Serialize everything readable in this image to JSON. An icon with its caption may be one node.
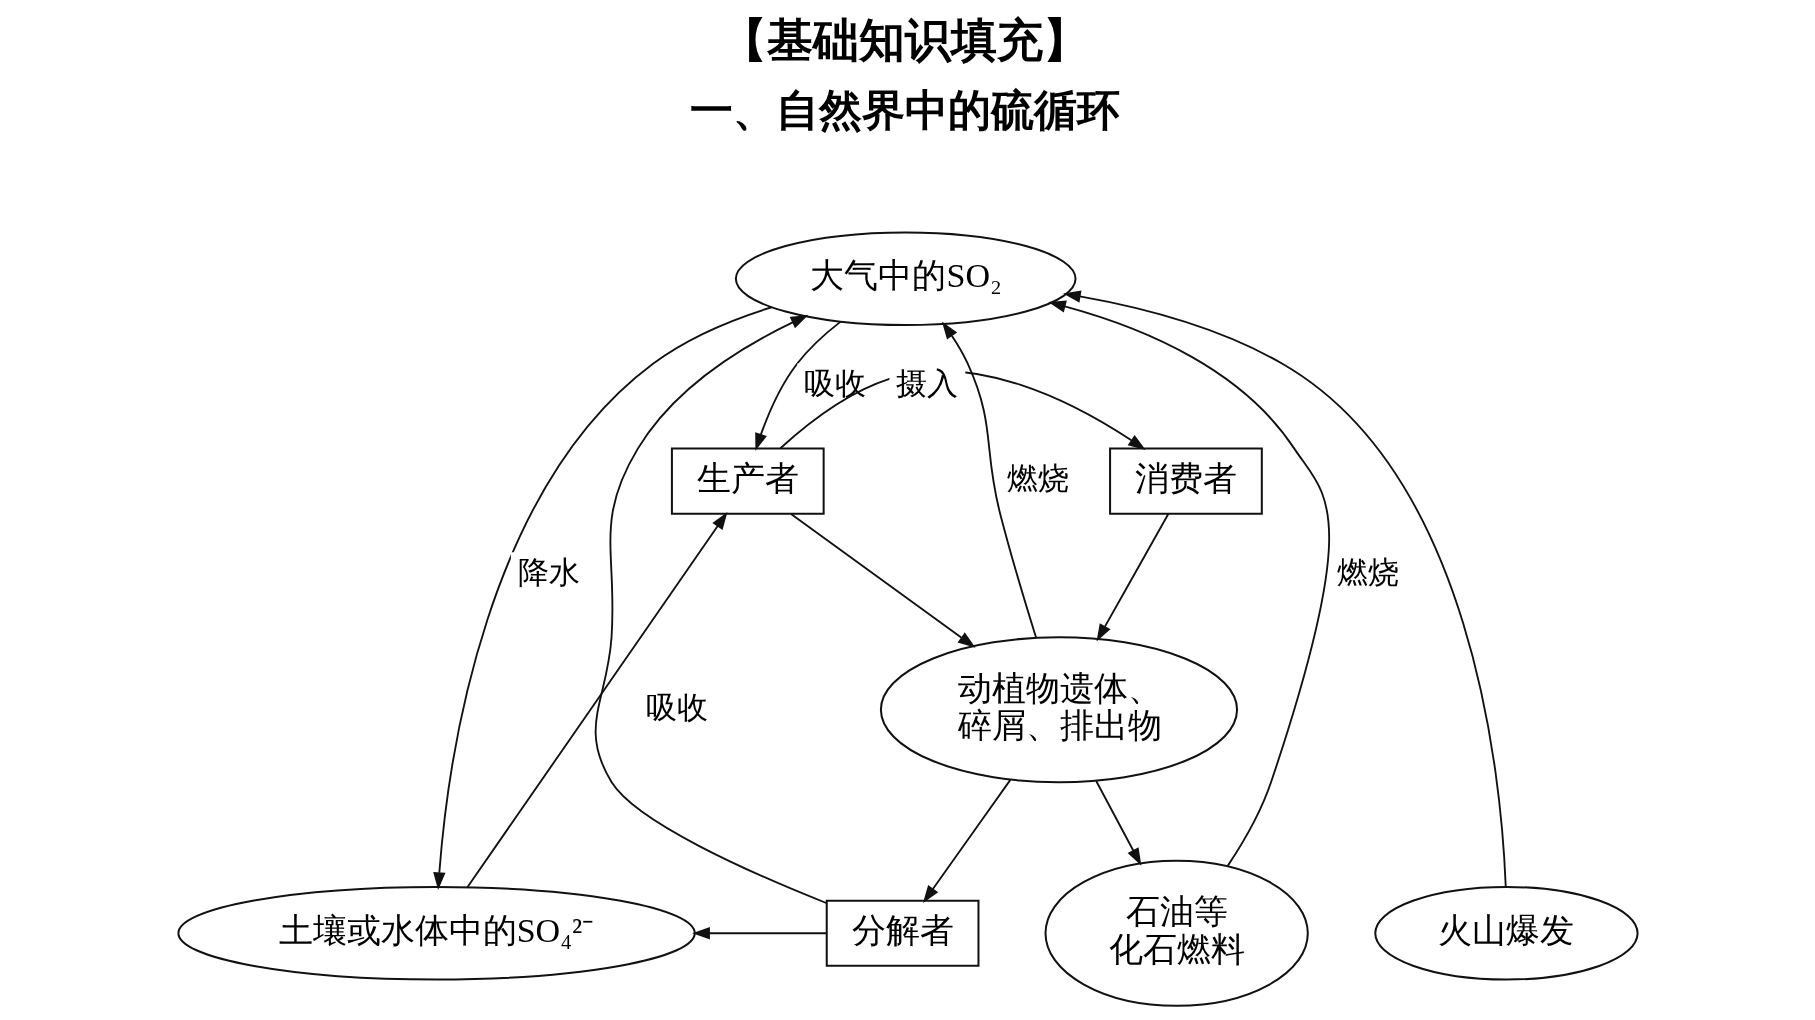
{
  "diagram": {
    "title": "【基础知识填充】",
    "nodes": [
      {
        "text": [
          "大气中的SO₂"
        ]
      },
      {
        "text": [
          "生产者"
        ]
      },
      {
        "text": [
          "消费者"
        ]
      },
      {
        "text": [
          "动植物遗体、碎屑、排出物"
        ]
      },
      {
        "text": [
          "分解者"
        ]
      },
      {
        "text": [
          "土壤或水体中的SO₄²⁻"
        ]
      },
      {
        "text": [
          "火山爆发"
        ]
      },
      {
        "text": [
          "石油等化石燃料"
        ]
      }
    ],
    "edges": [
      {
        "from": 0,
        "to": 1,
        "arrow": "to",
        "label": "吸收"
      },
      {
        "from": 1,
        "to": 2,
        "arrow": "to",
        "label": "摄入"
      },
      {
        "from": 1,
        "to": 3,
        "arrow": "to"
      },
      {
        "from": 2,
        "to": 3,
        "arrow": "to"
      },
      {
        "from": 3,
        "to": 4,
        "arrow": "to"
      },
      {
        "from": 4,
        "to": 5,
        "arrow": "to"
      },
      {
        "from": 0,
        "to": 5,
        "arrow": "to",
        "label": "降水"
      },
      {
        "from": 5,
        "to": 1,
        "arrow": "to",
        "label": "吸收"
      },
      {
        "from": 3,
        "to": 0,
        "arrow": "to",
        "label": "燃烧"
      },
      {
        "from": 4,
        "to": 0,
        "arrow": "to"
      },
      {
        "from": 6,
        "to": 0,
        "arrow": "to"
      },
      {
        "from": 7,
        "to": 0,
        "arrow": "to",
        "label": "燃烧"
      },
      {
        "from": 3,
        "to": 7,
        "arrow": "to"
      }
    ],
    "labels": [
      "一、自然界中的硫循环"
    ]
  }
}
